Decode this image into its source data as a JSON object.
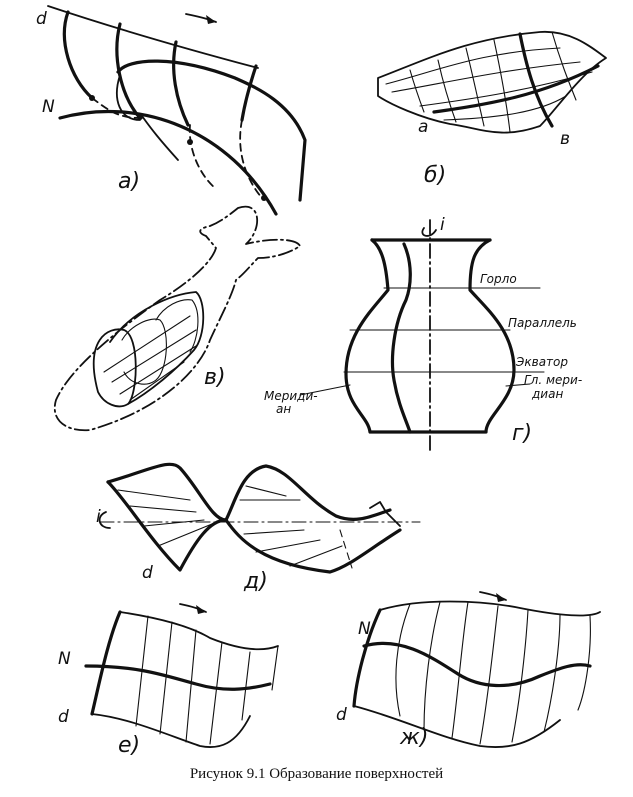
{
  "caption": "Рисунок 9.1 Образование поверхностей",
  "panels": {
    "a": {
      "label": "а)",
      "line_d": "d",
      "line_n": "N"
    },
    "b": {
      "label": "б)",
      "pt_a": "a",
      "pt_b": "в"
    },
    "v": {
      "label": "в)"
    },
    "g": {
      "label": "г)",
      "axis": "i",
      "gorlo": "Горло",
      "parallel": "Параллель",
      "ekvator": "Экватор",
      "gl_meridian_1": "Гл. мери-",
      "gl_meridian_2": "диан",
      "meridian_1": "Мериди-",
      "meridian_2": "ан"
    },
    "d": {
      "label": "д)",
      "axis": "i",
      "line_d": "d"
    },
    "e": {
      "label": "е)",
      "line_n": "N",
      "line_d": "d"
    },
    "zh": {
      "label": "ж)",
      "line_n": "N",
      "line_d": "d"
    }
  }
}
